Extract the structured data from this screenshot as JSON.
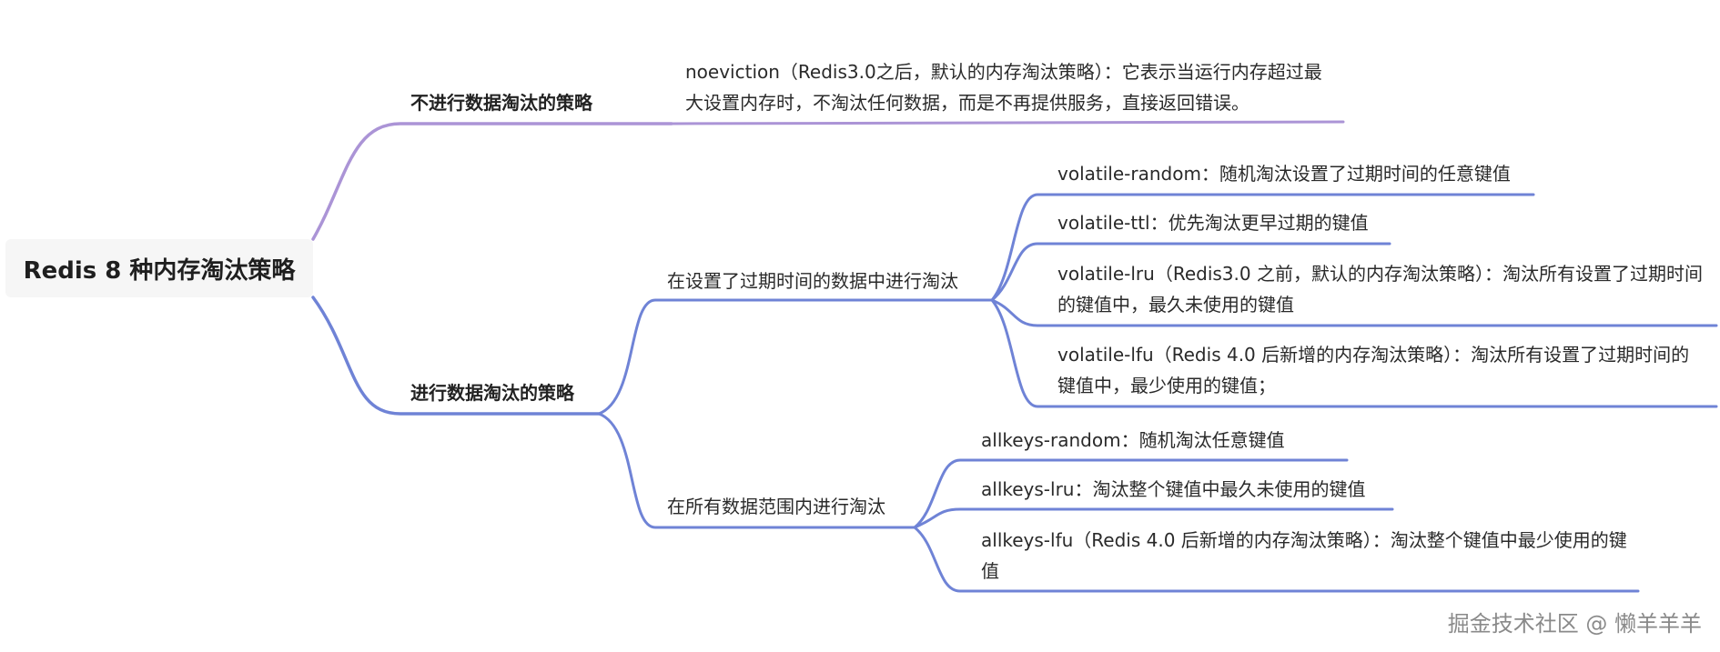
{
  "root": {
    "label": "Redis 8 种内存淘汰策略"
  },
  "branches": [
    {
      "label": "不进行数据淘汰的策略",
      "children": [
        {
          "label": "noeviction（Redis3.0之后，默认的内存淘汰策略）：它表示当运行内存超过最大设置内存时，不淘汰任何数据，而是不再提供服务，直接返回错误。"
        }
      ]
    },
    {
      "label": "进行数据淘汰的策略",
      "children": [
        {
          "label": "在设置了过期时间的数据中进行淘汰",
          "children": [
            {
              "label": "volatile-random：随机淘汰设置了过期时间的任意键值"
            },
            {
              "label": "volatile-ttl：优先淘汰更早过期的键值"
            },
            {
              "label": "volatile-lru（Redis3.0 之前，默认的内存淘汰策略）：淘汰所有设置了过期时间的键值中，最久未使用的键值"
            },
            {
              "label": "volatile-lfu（Redis 4.0 后新增的内存淘汰策略）：淘汰所有设置了过期时间的键值中，最少使用的键值；"
            }
          ]
        },
        {
          "label": "在所有数据范围内进行淘汰",
          "children": [
            {
              "label": "allkeys-random：随机淘汰任意键值"
            },
            {
              "label": "allkeys-lru：淘汰整个键值中最久未使用的键值"
            },
            {
              "label": "allkeys-lfu（Redis 4.0 后新增的内存淘汰策略）：淘汰整个键值中最少使用的键值"
            }
          ]
        }
      ]
    }
  ],
  "watermark": "掘金技术社区 @ 懒羊羊羊",
  "colors": {
    "branch_top": "#ab94d6",
    "branch_main": "#6f83d6",
    "root_bg": "#f6f6f6"
  }
}
